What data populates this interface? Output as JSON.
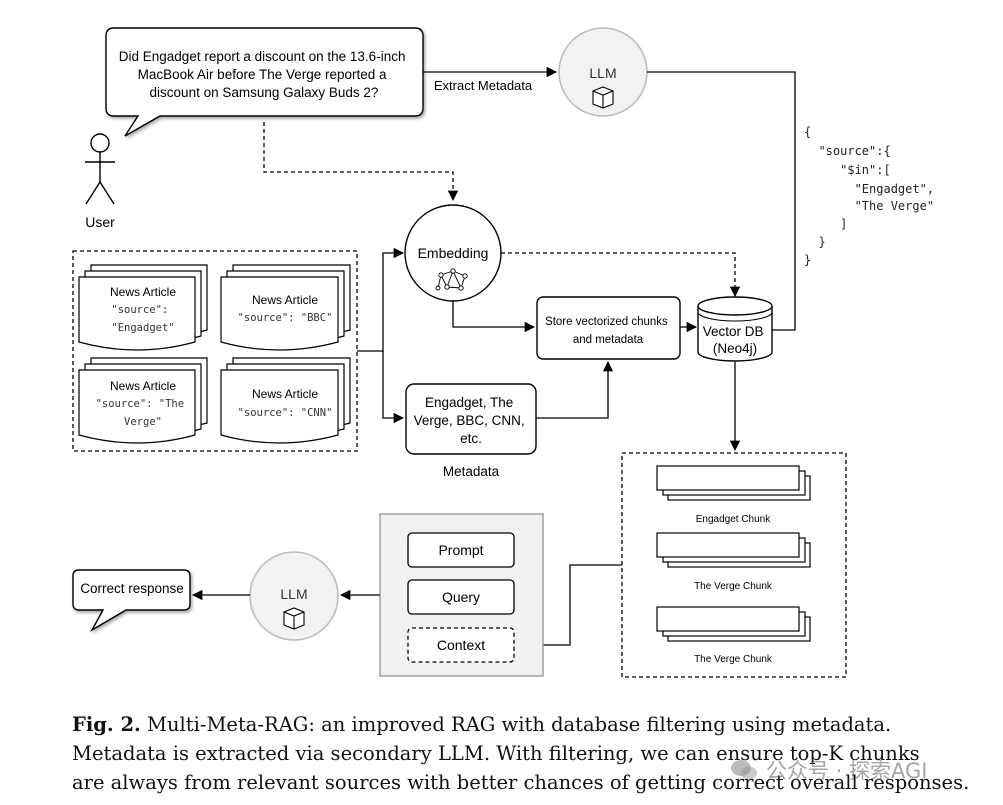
{
  "question": {
    "lines": [
      "Did Engadget report a discount on the 13.6-inch",
      "MacBook Air before The Verge reported a",
      "discount on Samsung Galaxy Buds 2?"
    ]
  },
  "user_label": "User",
  "extract_label": "Extract Metadata",
  "llm_top": "LLM",
  "llm_bottom": "LLM",
  "json_filter": {
    "lines": [
      "{",
      "  \"source\":{",
      "     \"$in\":[",
      "       \"Engadget\",",
      "       \"The Verge\"",
      "     ]",
      "  }",
      "}"
    ]
  },
  "embedding_label": "Embedding",
  "store_box": {
    "lines": [
      "Store vectorized chunks",
      "and metadata"
    ]
  },
  "vector_db": {
    "lines": [
      "Vector DB",
      "(Neo4j)"
    ]
  },
  "articles": [
    {
      "title": "News Article",
      "source_lines": [
        "\"source\":",
        "\"Engadget\""
      ]
    },
    {
      "title": "News Article",
      "source_lines": [
        "\"source\": \"BBC\""
      ]
    },
    {
      "title": "News Article",
      "source_lines": [
        "\"source\": \"The",
        "Verge\""
      ]
    },
    {
      "title": "News Article",
      "source_lines": [
        "\"source\": \"CNN\""
      ]
    }
  ],
  "metadata_box": {
    "lines": [
      "Engadget, The",
      "Verge, BBC, CNN,",
      "etc."
    ]
  },
  "metadata_label": "Metadata",
  "chunks": [
    {
      "label": "Engadget Chunk"
    },
    {
      "label": "The Verge Chunk"
    },
    {
      "label": "The Verge Chunk"
    }
  ],
  "prompt_items": {
    "prompt": "Prompt",
    "query": "Query",
    "context": "Context"
  },
  "response": "Correct response",
  "caption": {
    "fig": "Fig. 2.",
    "text_lines": [
      " Multi-Meta-RAG: an improved RAG with database filtering using metadata.",
      "Metadata is extracted via secondary LLM. With filtering, we can ensure top-K chunks",
      "are always from relevant sources with better chances of getting correct overall responses."
    ]
  },
  "watermark": "公众号 · 探索AGI"
}
